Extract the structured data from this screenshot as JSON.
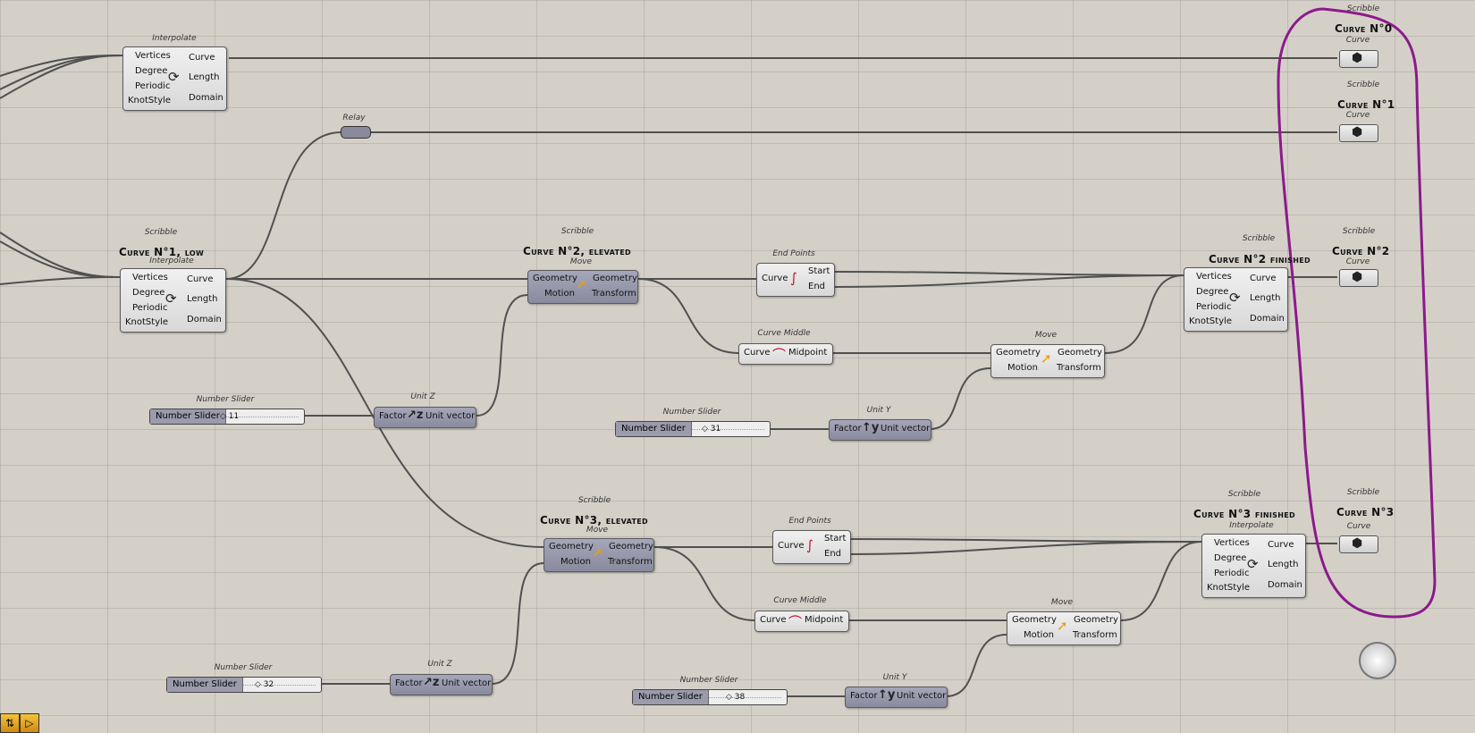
{
  "components": {
    "interp0": {
      "caption": "Interpolate",
      "inputs": [
        "Vertices",
        "Degree",
        "Periodic",
        "KnotStyle"
      ],
      "outputs": [
        "Curve",
        "Length",
        "Domain"
      ],
      "icon": "interpolate-icon"
    },
    "interp1": {
      "caption": "Interpolate",
      "inputs": [
        "Vertices",
        "Degree",
        "Periodic",
        "KnotStyle"
      ],
      "outputs": [
        "Curve",
        "Length",
        "Domain"
      ],
      "icon": "interpolate-icon"
    },
    "interp2": {
      "caption": "Interpolate",
      "inputs": [
        "Vertices",
        "Degree",
        "Periodic",
        "KnotStyle"
      ],
      "outputs": [
        "Curve",
        "Length",
        "Domain"
      ],
      "icon": "interpolate-icon"
    },
    "interp3": {
      "caption": "Interpolate",
      "inputs": [
        "Vertices",
        "Degree",
        "Periodic",
        "KnotStyle"
      ],
      "outputs": [
        "Curve",
        "Length",
        "Domain"
      ],
      "icon": "interpolate-icon"
    },
    "move1": {
      "caption": "Move",
      "inputs": [
        "Geometry",
        "Motion"
      ],
      "outputs": [
        "Geometry",
        "Transform"
      ],
      "icon": "move-arrow-icon"
    },
    "move2": {
      "caption": "Move",
      "inputs": [
        "Geometry",
        "Motion"
      ],
      "outputs": [
        "Geometry",
        "Transform"
      ],
      "icon": "move-arrow-icon"
    },
    "move3": {
      "caption": "Move",
      "inputs": [
        "Geometry",
        "Motion"
      ],
      "outputs": [
        "Geometry",
        "Transform"
      ],
      "icon": "move-arrow-icon"
    },
    "move4": {
      "caption": "Move",
      "inputs": [
        "Geometry",
        "Motion"
      ],
      "outputs": [
        "Geometry",
        "Transform"
      ],
      "icon": "move-arrow-icon"
    },
    "endpts1": {
      "caption": "End Points",
      "inputs": [
        "Curve"
      ],
      "outputs": [
        "Start",
        "End"
      ],
      "icon": "endpoints-icon"
    },
    "endpts2": {
      "caption": "End Points",
      "inputs": [
        "Curve"
      ],
      "outputs": [
        "Start",
        "End"
      ],
      "icon": "endpoints-icon"
    },
    "mid1": {
      "caption": "Curve Middle",
      "inputs": [
        "Curve"
      ],
      "outputs": [
        "Midpoint"
      ],
      "icon": "curve-middle-icon"
    },
    "mid2": {
      "caption": "Curve Middle",
      "inputs": [
        "Curve"
      ],
      "outputs": [
        "Midpoint"
      ],
      "icon": "curve-middle-icon"
    },
    "unitz1": {
      "caption": "Unit Z",
      "inputs": [
        "Factor"
      ],
      "outputs": [
        "Unit vector"
      ],
      "icon": "unit-z-icon"
    },
    "unitz2": {
      "caption": "Unit Z",
      "inputs": [
        "Factor"
      ],
      "outputs": [
        "Unit vector"
      ],
      "icon": "unit-z-icon"
    },
    "unity1": {
      "caption": "Unit Y",
      "inputs": [
        "Factor"
      ],
      "outputs": [
        "Unit vector"
      ],
      "icon": "unit-y-icon"
    },
    "unity2": {
      "caption": "Unit Y",
      "inputs": [
        "Factor"
      ],
      "outputs": [
        "Unit vector"
      ],
      "icon": "unit-y-icon"
    }
  },
  "sliders": {
    "s1": {
      "caption": "Number Slider",
      "label": "Number Slider",
      "value": "11"
    },
    "s2": {
      "caption": "Number Slider",
      "label": "Number Slider",
      "value": "31"
    },
    "s3": {
      "caption": "Number Slider",
      "label": "Number Slider",
      "value": "32"
    },
    "s4": {
      "caption": "Number Slider",
      "label": "Number Slider",
      "value": "38"
    }
  },
  "relay": {
    "caption": "Relay"
  },
  "scribbles": {
    "c0_cap": "Scribble",
    "c0": "Curve N°0",
    "c1_cap": "Scribble",
    "c1": "Curve N°1",
    "c2_cap": "Scribble",
    "c2": "Curve N°2",
    "c3_cap": "Scribble",
    "c3": "Curve N°3",
    "low_cap": "Scribble",
    "low": "Curve N°1, low",
    "el2_cap": "Scribble",
    "el2": "Curve N°2, elevated",
    "el3_cap": "Scribble",
    "el3": "Curve N°3, elevated",
    "fin2_cap": "Scribble",
    "fin2": "Curve N°2 finished",
    "fin3_cap": "Scribble",
    "fin3": "Curve N°3 finished"
  },
  "curve_params": {
    "p0": "Curve",
    "p1": "Curve",
    "p2": "Curve",
    "p3": "Curve"
  },
  "colors": {
    "canvas": "#d4d0c8",
    "grid": "#bdb9b1",
    "wire": "#505050",
    "highlight": "#8b1a8b",
    "component_dark": "#8a8a9e"
  },
  "toolbar": {
    "icons": [
      "gumball-icon",
      "select-arrow-icon"
    ]
  }
}
